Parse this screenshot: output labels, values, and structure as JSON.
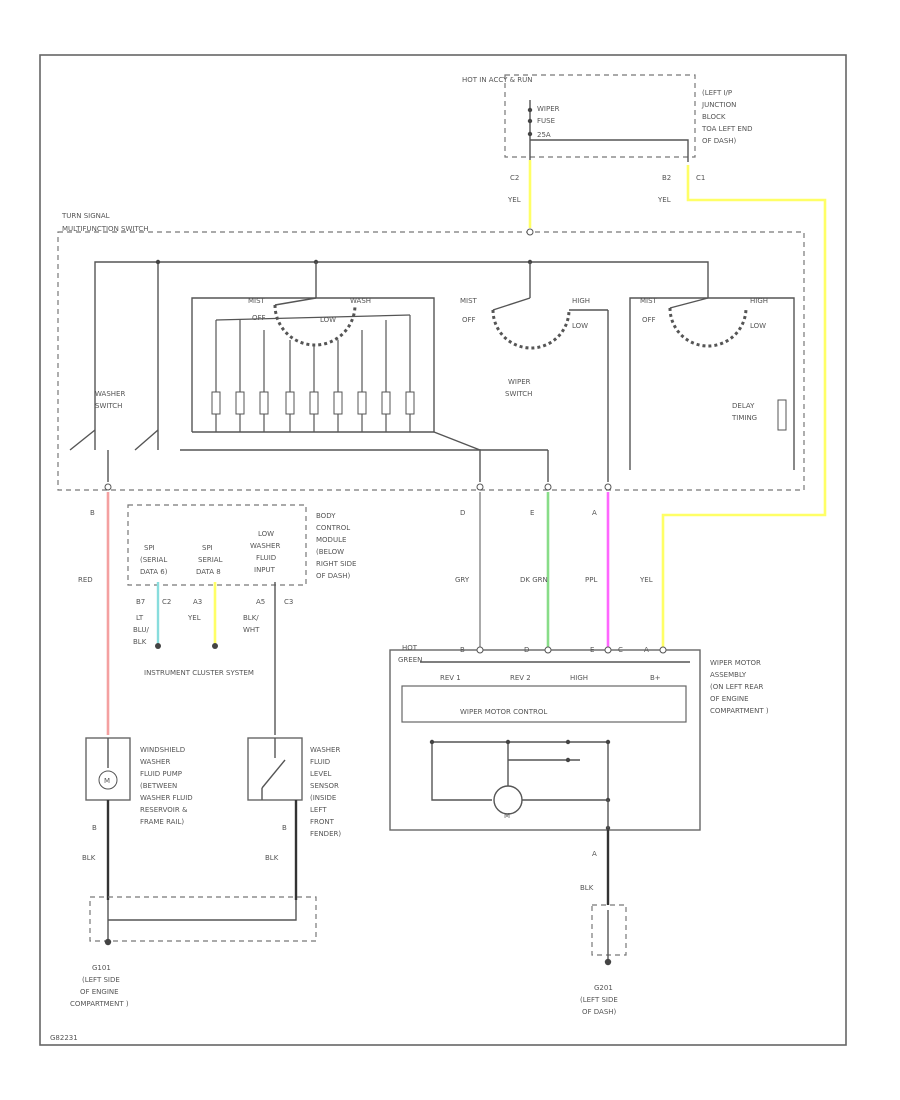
{
  "diagram": {
    "colors": {
      "red": "#f4a0a0",
      "yellow": "#ffff66",
      "green": "#88dd88",
      "pink": "#ff66ff",
      "cyan": "#88dddd",
      "wire": "#555555",
      "ground": "#333333"
    },
    "hot_label": "HOT IN ACCY & RUN",
    "wiper_fuse": [
      "WIPER",
      "FUSE",
      "25A"
    ],
    "junction_block": [
      "(LEFT I/P",
      "JUNCTION",
      "BLOCK",
      "TOA LEFT END",
      "OF DASH)"
    ],
    "c2": "C2",
    "c1_pin": "B2",
    "c1": "C1",
    "yel": "YEL",
    "turn_signal": [
      "TURN SIGNAL",
      "MULTIFUNCTION SWITCH"
    ],
    "wiper_switch_labels": {
      "mist": "MIST",
      "off": "OFF",
      "low": "LOW",
      "high": "HIGH",
      "wash": "WASH",
      "wiper_switch": [
        "WIPER",
        "SWITCH"
      ],
      "washer_switch": [
        "WASHER",
        "SWITCH"
      ],
      "delay": [
        "DELAY",
        "TIMING"
      ]
    },
    "pins": {
      "b": "B",
      "d": "D",
      "e": "E",
      "a": "A"
    },
    "wire_colors": {
      "red": "RED",
      "gry": "GRY",
      "dk_grn": "DK GRN",
      "ppl": "PPL",
      "yel": "YEL",
      "blk": "BLK",
      "lt_blu_blk": [
        "LT",
        "BLU/",
        "BLK"
      ],
      "blk_wht": [
        "BLK/",
        "WHT"
      ]
    },
    "bcm": [
      "BODY",
      "CONTROL",
      "MODULE",
      "(BELOW",
      "RIGHT SIDE",
      "OF DASH)"
    ],
    "bcm_inputs": [
      [
        "SPI",
        "(SERIAL",
        "DATA 6)"
      ],
      [
        "SPI",
        "SERIAL",
        "DATA 8"
      ],
      [
        "LOW",
        "WASHER",
        "FLUID",
        "INPUT"
      ]
    ],
    "bcm_pins": [
      "B7",
      "C2",
      "A3",
      "A5",
      "C3"
    ],
    "instrument_cluster": "INSTRUMENT CLUSTER SYSTEM",
    "hot_green": [
      "HOT",
      "GREEN"
    ],
    "motor_terminals": [
      "B",
      "D",
      "E",
      "C",
      "A"
    ],
    "motor_inputs": [
      "REV 1",
      "REV 2",
      "HIGH",
      "B+"
    ],
    "wiper_motor_control": "WIPER MOTOR CONTROL",
    "motor_symbol": "M",
    "wiper_motor_assembly": [
      "WIPER MOTOR",
      "ASSEMBLY",
      "(ON LEFT REAR",
      "OF ENGINE",
      "COMPARTMENT )"
    ],
    "pump": [
      "WINDSHIELD",
      "WASHER",
      "FLUID PUMP",
      "(BETWEEN",
      "WASHER FLUID",
      "RESERVOIR &",
      "FRAME RAIL)"
    ],
    "pump_symbol": "M",
    "level_sensor": [
      "WASHER",
      "FLUID",
      "LEVEL",
      "SENSOR",
      "(INSIDE",
      "LEFT",
      "FRONT",
      "FENDER)"
    ],
    "ground_left": [
      "G101",
      "(LEFT SIDE",
      "OF ENGINE",
      "COMPARTMENT )"
    ],
    "ground_right": [
      "G201",
      "(LEFT SIDE",
      "OF DASH)"
    ],
    "figure_id": "G82231"
  }
}
